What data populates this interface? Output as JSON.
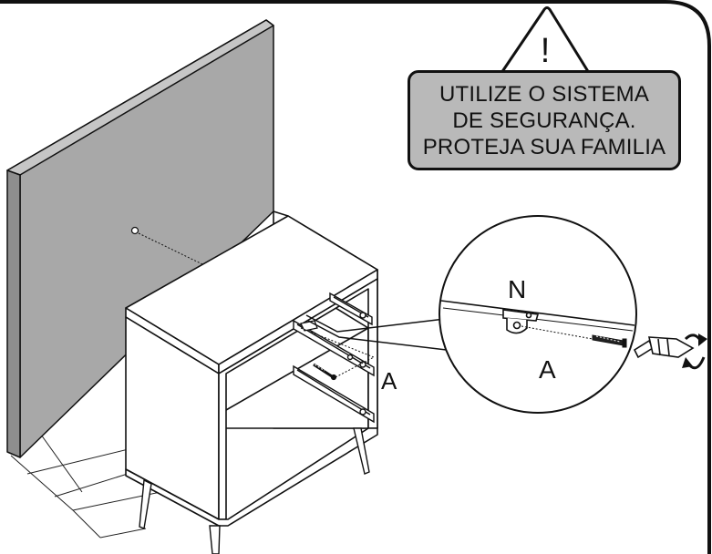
{
  "warning": {
    "lines": [
      "UTILIZE O SISTEMA",
      "DE SEGURANÇA.",
      "PROTEJA SUA FAMILIA"
    ],
    "symbol": "!"
  },
  "labels": {
    "screw_a": "A",
    "bracket_n": "N",
    "detail_screw_a": "A"
  },
  "icons": [
    "warning-triangle-icon",
    "screwdriver-icon",
    "rotate-arrows-icon"
  ],
  "colors": {
    "wall": "#a9a9a9",
    "warning_box": "#b9b9b9",
    "stroke": "#111111"
  }
}
